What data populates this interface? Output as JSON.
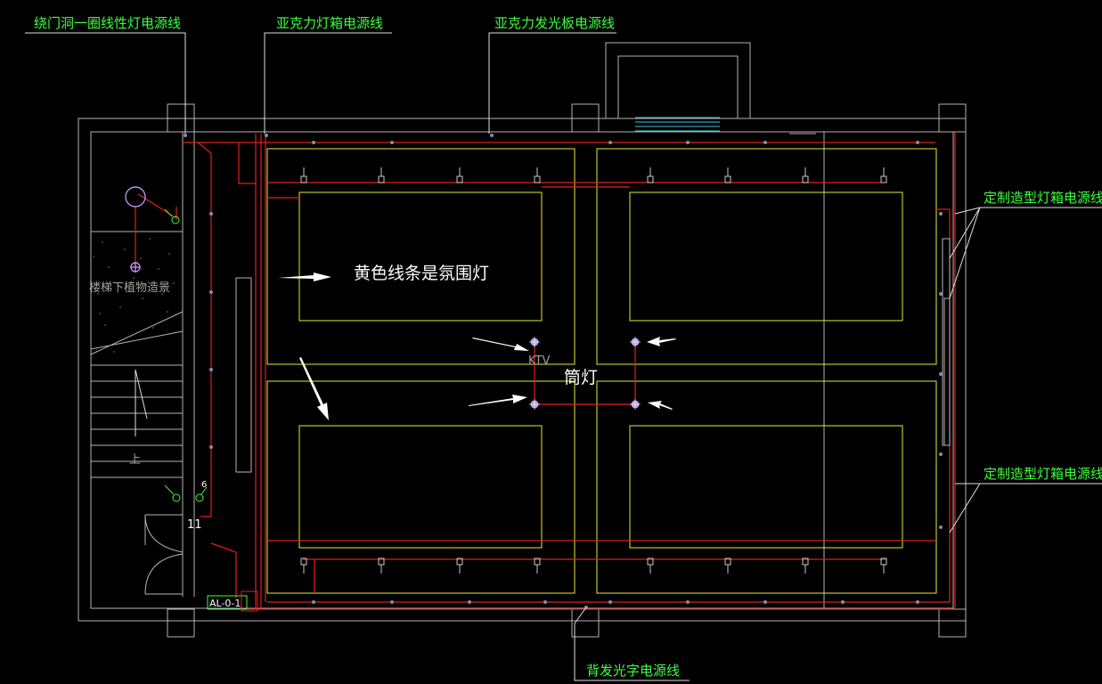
{
  "colors": {
    "background": "#000000",
    "wall": "#b4b4b4",
    "wiring": "#e0201e",
    "ambient_light": "#e8e832",
    "label_text": "#3cff3c",
    "annotation_text": "#ffffff",
    "fixture_marker": "#b8a4e8",
    "window_glass": "#3cc8d8"
  },
  "callouts": {
    "top_left": "绕门洞一圈线性灯电源线",
    "top_middle": "亚克力灯箱电源线",
    "top_right": "亚克力发光板电源线",
    "right_upper": "定制造型灯箱电源线",
    "right_lower": "定制造型灯箱电源线",
    "bottom": "背发光字电源线"
  },
  "annotations": {
    "ambient_light": "黄色线条是氛围灯",
    "downlight": "筒灯"
  },
  "room_labels": {
    "stair_planting": "楼梯下植物造景",
    "room_name": "KTV",
    "stair_up": "上",
    "panel_id": "AL-0-1",
    "circuit_11": "11",
    "circuit_6": "6"
  }
}
